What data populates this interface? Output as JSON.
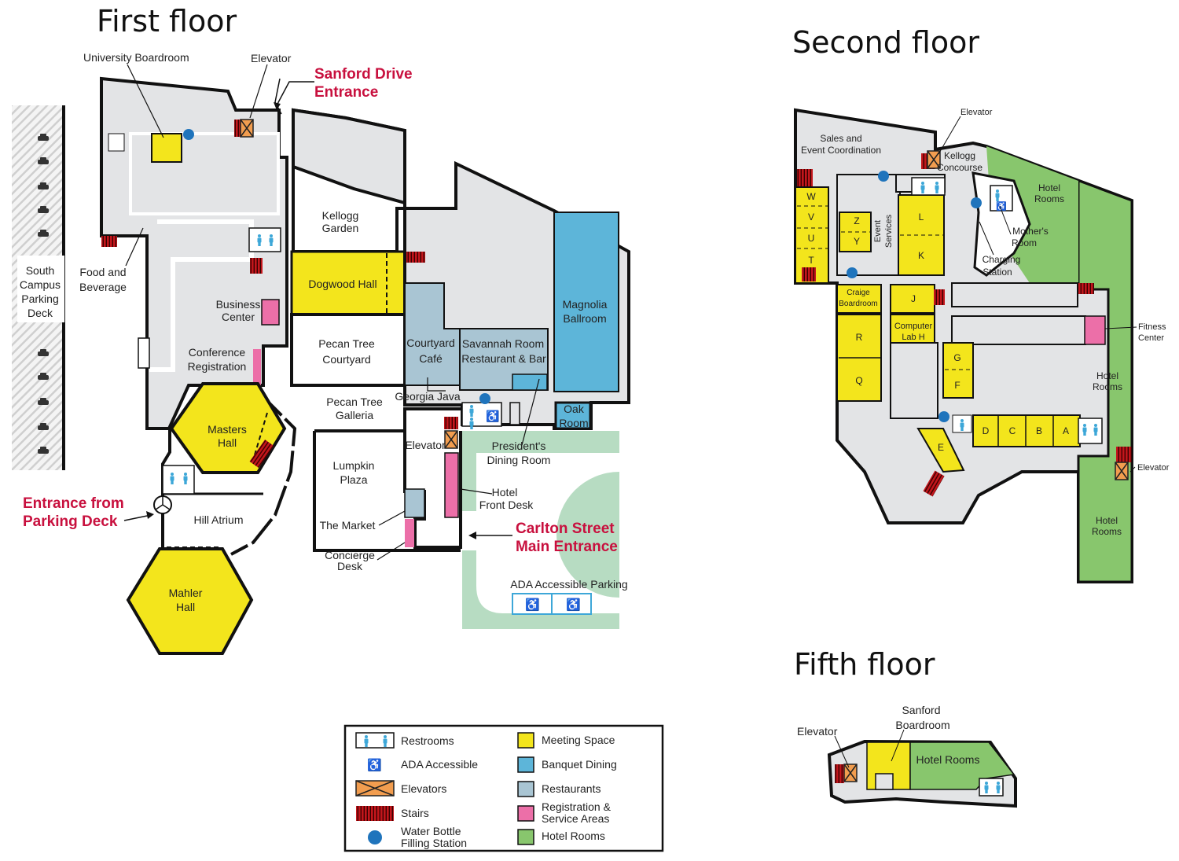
{
  "floors": {
    "first": {
      "title": "First floor",
      "rooms": {
        "university_boardroom": "University Boardroom",
        "elevator_top": "Elevator",
        "kellogg_garden_1": "Kellogg",
        "kellogg_garden_2": "Garden",
        "dogwood_hall": "Dogwood Hall",
        "pecan_tree_courtyard_1": "Pecan Tree",
        "pecan_tree_courtyard_2": "Courtyard",
        "courtyard_cafe_1": "Courtyard",
        "courtyard_cafe_2": "Café",
        "savannah_1": "Savannah Room",
        "savannah_2": "Restaurant & Bar",
        "magnolia_1": "Magnolia",
        "magnolia_2": "Ballroom",
        "food_bev_1": "Food and",
        "food_bev_2": "Beverage",
        "business_center_1": "Business",
        "business_center_2": "Center",
        "conference_reg_1": "Conference",
        "conference_reg_2": "Registration",
        "masters_hall_1": "Masters",
        "masters_hall_2": "Hall",
        "mahler_hall_1": "Mahler",
        "mahler_hall_2": "Hall",
        "hill_atrium": "Hill Atrium",
        "pecan_galleria_1": "Pecan Tree",
        "pecan_galleria_2": "Galleria",
        "georgia_java": "Georgia Java",
        "oak_room_1": "Oak",
        "oak_room_2": "Room",
        "presidents_1": "President's",
        "presidents_2": "Dining Room",
        "elevator_mid": "Elevator",
        "lumpkin_1": "Lumpkin",
        "lumpkin_2": "Plaza",
        "the_market": "The Market",
        "concierge_1": "Concierge",
        "concierge_2": "Desk",
        "hotel_front_1": "Hotel",
        "hotel_front_2": "Front Desk",
        "ada_parking": "ADA Accessible Parking",
        "parking_deck_1": "South",
        "parking_deck_2": "Campus",
        "parking_deck_3": "Parking",
        "parking_deck_4": "Deck"
      },
      "entrances": {
        "sanford_1": "Sanford Drive",
        "sanford_2": "Entrance",
        "parking_1": "Entrance from",
        "parking_2": "Parking Deck",
        "carlton_1": "Carlton Street",
        "carlton_2": "Main Entrance"
      }
    },
    "second": {
      "title": "Second floor",
      "rooms": {
        "sales_1": "Sales and",
        "sales_2": "Event Coordination",
        "elevator_top": "Elevator",
        "kellogg_concourse_1": "Kellogg",
        "kellogg_concourse_2": "Concourse",
        "hotel_rooms_1a": "Hotel",
        "hotel_rooms_1b": "Rooms",
        "mothers_1": "Mother's",
        "mothers_2": "Room",
        "charging_1": "Charging",
        "charging_2": "Station",
        "event_services_1": "Event",
        "event_services_2": "Services",
        "w": "W",
        "v": "V",
        "u": "U",
        "t": "T",
        "z": "Z",
        "y": "Y",
        "l": "L",
        "k": "K",
        "j": "J",
        "r": "R",
        "q": "Q",
        "g": "G",
        "f": "F",
        "e": "E",
        "d": "D",
        "c": "C",
        "b": "B",
        "a": "A",
        "craige_1": "Craige",
        "craige_2": "Boardroom",
        "computer_lab_1": "Computer",
        "computer_lab_2": "Lab H",
        "fitness_1": "Fitness",
        "fitness_2": "Center",
        "hotel_rooms_2a": "Hotel",
        "hotel_rooms_2b": "Rooms",
        "elevator_right": "Elevator",
        "hotel_rooms_3a": "Hotel",
        "hotel_rooms_3b": "Rooms"
      }
    },
    "fifth": {
      "title": "Fifth floor",
      "rooms": {
        "elevator": "Elevator",
        "sanford_1": "Sanford",
        "sanford_2": "Boardroom",
        "hotel_rooms": "Hotel Rooms"
      }
    }
  },
  "legend": {
    "restrooms": "Restrooms",
    "ada": "ADA Accessible",
    "elevators": "Elevators",
    "stairs": "Stairs",
    "water_1": "Water Bottle",
    "water_2": "Filling Station",
    "meeting": "Meeting Space",
    "banquet": "Banquet Dining",
    "restaurants": "Restaurants",
    "registration_1": "Registration &",
    "registration_2": "Service Areas",
    "hotel": "Hotel Rooms"
  },
  "colors": {
    "meeting": "#f3e51c",
    "banquet": "#5db5d9",
    "restaurant": "#a9c5d3",
    "registration": "#ec6fa8",
    "hotel": "#88c66d",
    "service": "#e3e4e6",
    "water": "#1f74bc",
    "elevator": "#f29d4f",
    "stairs": "#c3161c",
    "parking_green": "#b7dcc2",
    "red_text": "#c8103e"
  }
}
